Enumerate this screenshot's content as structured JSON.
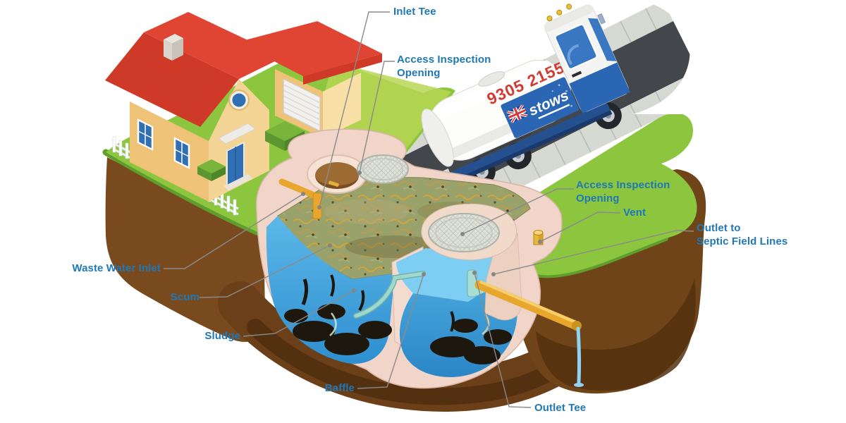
{
  "diagram": {
    "subject": "septic-tank-system-cutaway"
  },
  "labels": {
    "inlet_tee": "Inlet Tee",
    "access_inspection_opening_top": "Access Inspection\nOpening",
    "waste_water_inlet": "Waste Water Inlet",
    "scum": "Scum",
    "sludge": "Sludge",
    "baffle": "Baffle",
    "outlet_tee": "Outlet Tee",
    "access_inspection_opening_right": "Access Inspection\nOpening",
    "vent": "Vent",
    "outlet_to_septic_field_lines": "Outlet to\nSeptic Field Lines"
  },
  "truck": {
    "phone": "9305 2155",
    "brand": "stows"
  },
  "colors": {
    "label_text": "#1f78b5",
    "leader_line": "#8a8a8a",
    "grass": "#8cc63f",
    "grass_light": "#b7d654",
    "soil": "#7a4a1f",
    "soil_dark": "#53300f",
    "water": "#45aade",
    "water_light": "#7ecdf2",
    "sludge": "#1e170e",
    "tank_shell": "#f0d5c8",
    "pipe_yellow": "#e8a62c",
    "pipe_teal": "#9fd8cf",
    "roof_red": "#d7402e",
    "wall_tan": "#eec277",
    "truck_blue": "#2a66b4",
    "phone_red": "#d23b33",
    "road": "#43474b",
    "sidewalk": "#d6d9d2"
  }
}
